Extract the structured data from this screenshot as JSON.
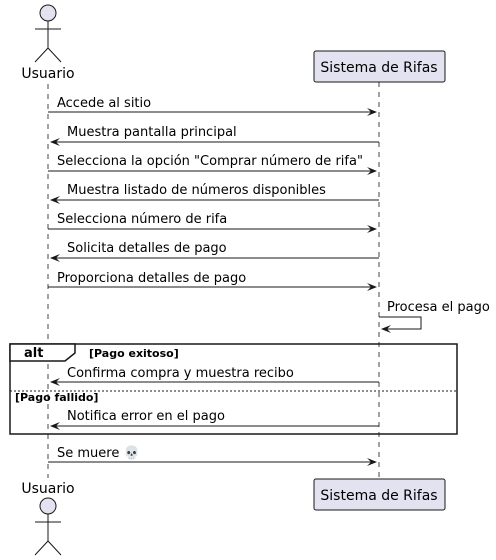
{
  "diagram": {
    "participants": {
      "actor": "Usuario",
      "system": "Sistema de Rifas"
    },
    "messages": [
      {
        "from": "actor",
        "to": "system",
        "text": "Accede al sitio"
      },
      {
        "from": "system",
        "to": "actor",
        "text": "Muestra pantalla principal"
      },
      {
        "from": "actor",
        "to": "system",
        "text": "Selecciona la opción \"Comprar número de rifa\""
      },
      {
        "from": "system",
        "to": "actor",
        "text": "Muestra listado de números disponibles"
      },
      {
        "from": "actor",
        "to": "system",
        "text": "Selecciona número de rifa"
      },
      {
        "from": "system",
        "to": "actor",
        "text": "Solicita detalles de pago"
      },
      {
        "from": "actor",
        "to": "system",
        "text": "Proporciona detalles de pago"
      },
      {
        "from": "system",
        "to": "system",
        "text": "Procesa el pago"
      },
      {
        "from": "system",
        "to": "actor",
        "text": "Confirma compra y muestra recibo"
      },
      {
        "from": "system",
        "to": "actor",
        "text": "Notifica error en el pago"
      },
      {
        "from": "actor",
        "to": "system",
        "text": "Se muere 💀"
      }
    ],
    "fragment": {
      "keyword": "alt",
      "guard_1": "[Pago exitoso]",
      "guard_2": "[Pago fallido]"
    },
    "colors": {
      "participant_fill": "#e2e2f0",
      "participant_stroke": "#181818",
      "line": "#181818"
    }
  }
}
